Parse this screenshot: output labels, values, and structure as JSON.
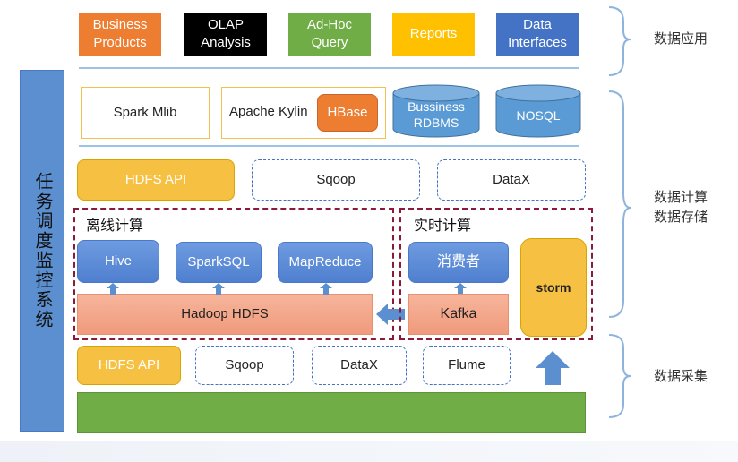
{
  "top_row": [
    {
      "label": "Business\nProducts",
      "color": "#ed7d31"
    },
    {
      "label": "OLAP\nAnalysis",
      "color": "#000000"
    },
    {
      "label": "Ad-Hoc\nQuery",
      "color": "#70ad47"
    },
    {
      "label": "Reports",
      "color": "#ffc000"
    },
    {
      "label": "Data\nInterfaces",
      "color": "#4472c4"
    }
  ],
  "left_bar": "任务调度监控系统",
  "compute_row": {
    "spark_mlib": "Spark Mlib",
    "kylin": "Apache Kylin",
    "hbase": "HBase",
    "rdbms": "Bussiness\nRDBMS",
    "nosql": "NOSQL"
  },
  "ingest_row_1": {
    "hdfs_api": "HDFS API",
    "sqoop": "Sqoop",
    "datax": "DataX"
  },
  "offline": {
    "title": "离线计算",
    "hive": "Hive",
    "sparksql": "SparkSQL",
    "mapreduce": "MapReduce",
    "hdfs": "Hadoop HDFS"
  },
  "realtime": {
    "title": "实时计算",
    "consumer": "消费者",
    "kafka": "Kafka",
    "storm": "storm"
  },
  "ingest_row_2": {
    "hdfs_api": "HDFS API",
    "sqoop": "Sqoop",
    "datax": "DataX",
    "flume": "Flume"
  },
  "side_labels": {
    "app": "数据应用",
    "compute": "数据计算",
    "storage": "数据存储",
    "collect": "数据采集"
  },
  "colors": {
    "orange": "#ed7d31",
    "green": "#70ad47",
    "yellow": "#ffc000",
    "blue": "#4472c4",
    "dark_red": "#8b1a3a"
  }
}
